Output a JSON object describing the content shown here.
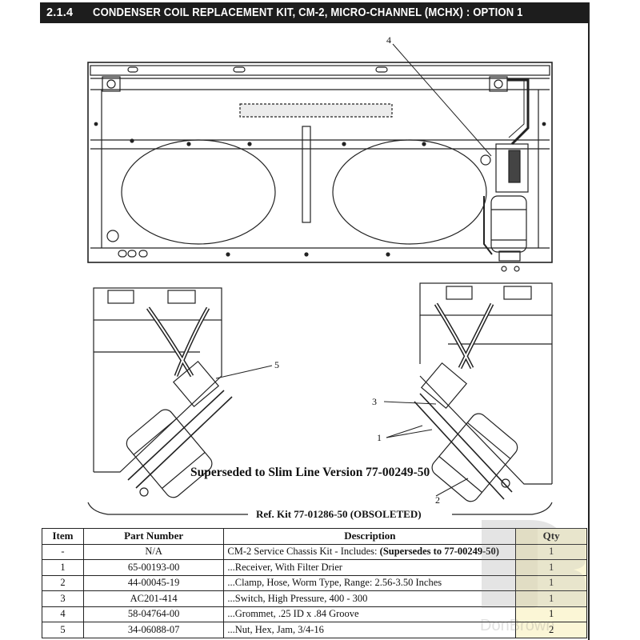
{
  "header": {
    "section": "2.1.4",
    "title": "CONDENSER COIL REPLACEMENT KIT, CM-2, MICRO-CHANNEL (MCHX) : OPTION 1"
  },
  "callouts": {
    "c1": "1",
    "c2": "2",
    "c3": "3",
    "c4": "4",
    "c5": "5"
  },
  "notes": {
    "superseded": "Superseded to Slim Line Version 77-00249-50",
    "ref_kit": "Ref. Kit 77-01286-50 (OBSOLETED)"
  },
  "table": {
    "headers": {
      "item": "Item",
      "part_number": "Part Number",
      "description": "Description",
      "qty": "Qty"
    },
    "rows": [
      {
        "item": "-",
        "part": "N/A",
        "desc": "CM-2 Service Chassis Kit - Includes: ",
        "desc_bold": "(Supersedes to 77-00249-50)",
        "qty": "1"
      },
      {
        "item": "1",
        "part": "65-00193-00",
        "desc": "...Receiver, With Filter Drier",
        "desc_bold": "",
        "qty": "1"
      },
      {
        "item": "2",
        "part": "44-00045-19",
        "desc": "...Clamp, Hose, Worm Type, Range: 2.56-3.50 Inches",
        "desc_bold": "",
        "qty": "1"
      },
      {
        "item": "3",
        "part": "AC201-414",
        "desc": "...Switch, High Pressure, 400 - 300",
        "desc_bold": "",
        "qty": "1"
      },
      {
        "item": "4",
        "part": "58-04764-00",
        "desc": "...Grommet, .25 ID x .84 Groove",
        "desc_bold": "",
        "qty": "1"
      },
      {
        "item": "5",
        "part": "34-06088-07",
        "desc": "...Nut, Hex, Jam, 3/4-16",
        "desc_bold": "",
        "qty": "2"
      }
    ]
  },
  "watermark": {
    "brand": "DonBrown"
  },
  "colors": {
    "header_bg": "#1d1d1d",
    "header_text": "#ffffff",
    "line": "#222222",
    "qty_bg": "#fbf6d6"
  }
}
